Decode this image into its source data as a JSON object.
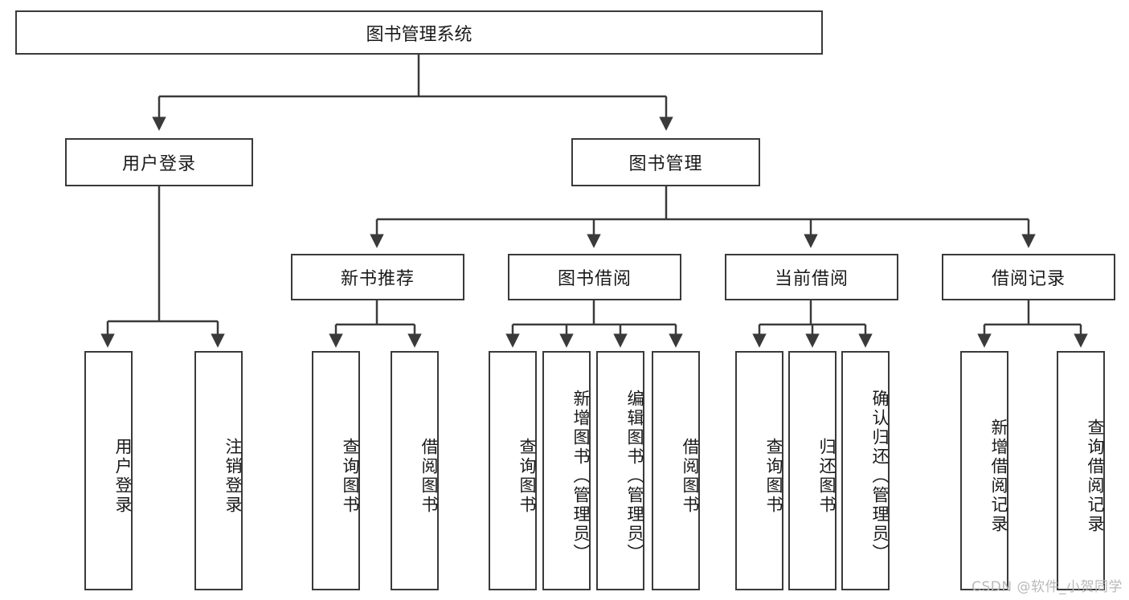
{
  "diagram": {
    "type": "hierarchy-tree",
    "title": "图书管理系统",
    "watermark": "CSDN @软件_小贺同学",
    "colors": {
      "border": "#3a3a3a",
      "background": "#ffffff",
      "text": "#1a1a1a",
      "watermark": "#b9b9b9"
    },
    "levels": {
      "root": {
        "label": "图书管理系统"
      },
      "level2": [
        {
          "label": "用户登录"
        },
        {
          "label": "图书管理"
        }
      ],
      "level3": [
        {
          "label": "新书推荐"
        },
        {
          "label": "图书借阅"
        },
        {
          "label": "当前借阅"
        },
        {
          "label": "借阅记录"
        }
      ],
      "leaves": {
        "user_login": [
          {
            "label": "用户登录"
          },
          {
            "label": "注销登录"
          }
        ],
        "new_book_recommend": [
          {
            "label": "查询图书"
          },
          {
            "label": "借阅图书"
          }
        ],
        "book_borrow": [
          {
            "label": "查询图书"
          },
          {
            "label": "新增图书（管理员）"
          },
          {
            "label": "编辑图书（管理员）"
          },
          {
            "label": "借阅图书"
          }
        ],
        "current_borrow": [
          {
            "label": "查询图书"
          },
          {
            "label": "归还图书"
          },
          {
            "label": "确认归还（管理员）"
          }
        ],
        "borrow_record": [
          {
            "label": "新增借阅记录"
          },
          {
            "label": "查询借阅记录"
          }
        ]
      }
    }
  }
}
